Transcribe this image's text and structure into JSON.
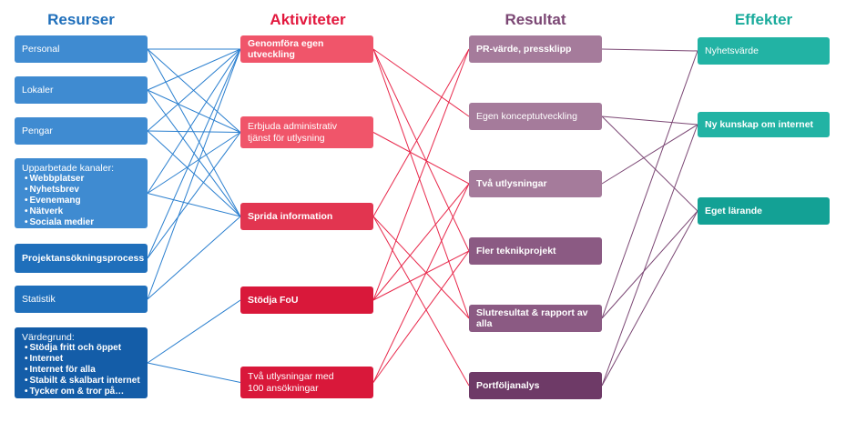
{
  "columns": {
    "resources": {
      "title": "Resurser",
      "color": "#1f6fbb"
    },
    "activities": {
      "title": "Aktiviteter",
      "color": "#e2173d"
    },
    "outcomes": {
      "title": "Resultat",
      "color": "#7b4774"
    },
    "effects": {
      "title": "Effekter",
      "color": "#1aab9c"
    }
  },
  "resources": [
    {
      "id": "r1",
      "title": "Personal"
    },
    {
      "id": "r2",
      "title": "Lokaler"
    },
    {
      "id": "r3",
      "title": "Pengar"
    },
    {
      "id": "r4",
      "title": "Upparbetade kanaler:",
      "items": [
        "Webbplatser",
        "Nyhetsbrev",
        "Evenemang",
        "Nätverk",
        "Sociala medier"
      ]
    },
    {
      "id": "r5",
      "title": "Projektansökningsprocess"
    },
    {
      "id": "r6",
      "title": "Statistik"
    },
    {
      "id": "r7",
      "title": "Värdegrund:",
      "items": [
        "Stödja fritt och öppet",
        "Internet",
        "Internet för alla",
        "Stabilt & skalbart internet",
        "Tycker om & tror på…"
      ]
    }
  ],
  "activities": [
    {
      "id": "a1",
      "title": "Genomföra egen utveckling"
    },
    {
      "id": "a2",
      "title": "Erbjuda administrativ\ntjänst för utlysning"
    },
    {
      "id": "a3",
      "title": "Sprida information"
    },
    {
      "id": "a4",
      "title": "Stödja FoU"
    },
    {
      "id": "a5",
      "title": "Två utlysningar med\n100 ansökningar"
    }
  ],
  "outcomes": [
    {
      "id": "o1",
      "title": "PR-värde, pressklipp"
    },
    {
      "id": "o2",
      "title": "Egen konceptutveckling"
    },
    {
      "id": "o3",
      "title": "Två utlysningar"
    },
    {
      "id": "o4",
      "title": "Fler teknikprojekt"
    },
    {
      "id": "o5",
      "title": "Slutresultat & rapport av alla"
    },
    {
      "id": "o6",
      "title": "Portföljanalys"
    }
  ],
  "effects": [
    {
      "id": "e1",
      "title": "Nyhetsvärde"
    },
    {
      "id": "e2",
      "title": "Ny kunskap om internet"
    },
    {
      "id": "e3",
      "title": "Eget lärande"
    }
  ],
  "edge_colors": {
    "blue": "#2a7fcf",
    "red": "#e8284b",
    "purple": "#7b4774"
  },
  "edges": [
    [
      "r1",
      "a1",
      "blue"
    ],
    [
      "r1",
      "a2",
      "blue"
    ],
    [
      "r1",
      "a3",
      "blue"
    ],
    [
      "r2",
      "a1",
      "blue"
    ],
    [
      "r2",
      "a2",
      "blue"
    ],
    [
      "r2",
      "a3",
      "blue"
    ],
    [
      "r3",
      "a1",
      "blue"
    ],
    [
      "r3",
      "a2",
      "blue"
    ],
    [
      "r3",
      "a3",
      "blue"
    ],
    [
      "r4",
      "a1",
      "blue"
    ],
    [
      "r4",
      "a2",
      "blue"
    ],
    [
      "r4",
      "a3",
      "blue"
    ],
    [
      "r5",
      "a1",
      "blue"
    ],
    [
      "r5",
      "a2",
      "blue"
    ],
    [
      "r6",
      "a1",
      "blue"
    ],
    [
      "r6",
      "a3",
      "blue"
    ],
    [
      "r7",
      "a4",
      "blue"
    ],
    [
      "r7",
      "a5",
      "blue"
    ],
    [
      "a1",
      "o2",
      "red"
    ],
    [
      "a1",
      "o4",
      "red"
    ],
    [
      "a1",
      "o5",
      "red"
    ],
    [
      "a2",
      "o3",
      "red"
    ],
    [
      "a3",
      "o1",
      "red"
    ],
    [
      "a3",
      "o5",
      "red"
    ],
    [
      "a3",
      "o6",
      "red"
    ],
    [
      "a4",
      "o1",
      "red"
    ],
    [
      "a4",
      "o3",
      "red"
    ],
    [
      "a4",
      "o4",
      "red"
    ],
    [
      "a5",
      "o3",
      "red"
    ],
    [
      "a5",
      "o4",
      "red"
    ],
    [
      "o1",
      "e1",
      "purple"
    ],
    [
      "o2",
      "e2",
      "purple"
    ],
    [
      "o2",
      "e3",
      "purple"
    ],
    [
      "o3",
      "e2",
      "purple"
    ],
    [
      "o5",
      "e1",
      "purple"
    ],
    [
      "o5",
      "e3",
      "purple"
    ],
    [
      "o6",
      "e2",
      "purple"
    ],
    [
      "o6",
      "e3",
      "purple"
    ]
  ]
}
